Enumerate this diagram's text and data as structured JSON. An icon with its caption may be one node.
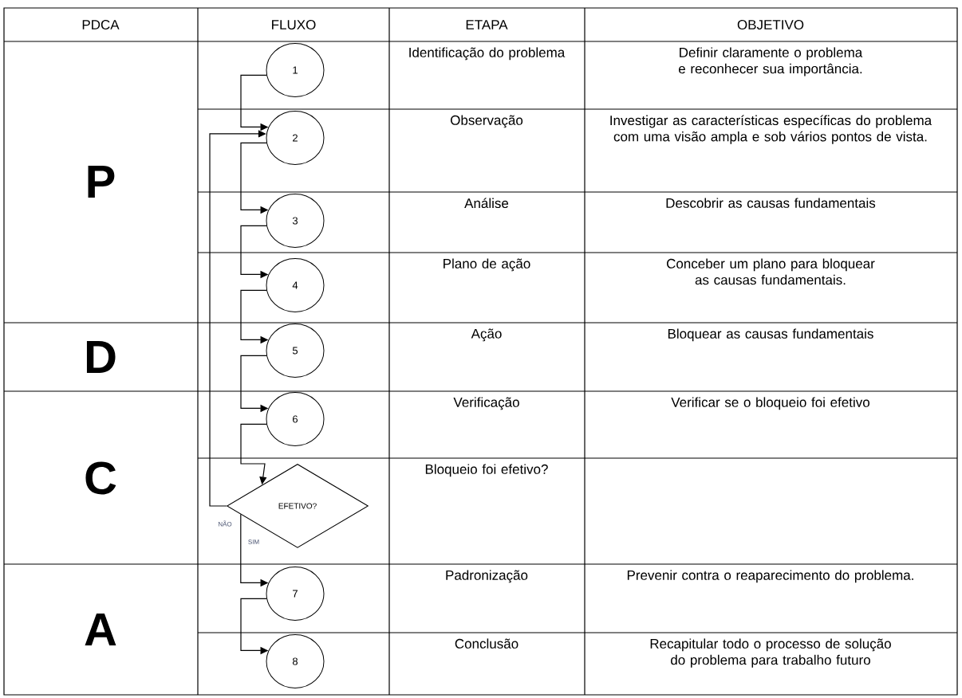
{
  "diagram": {
    "nodes": [
      {
        "text": [
          "1"
        ]
      },
      {
        "text": [
          "2"
        ]
      },
      {
        "text": [
          "3"
        ]
      },
      {
        "text": [
          "4"
        ]
      },
      {
        "text": [
          "5"
        ]
      },
      {
        "text": [
          "6"
        ]
      },
      {
        "text": [
          "EFETIVO?"
        ]
      },
      {
        "text": [
          "7"
        ]
      },
      {
        "text": [
          "8"
        ]
      }
    ],
    "edges": [
      {
        "from": 0,
        "to": 1,
        "arrow": "to"
      },
      {
        "from": 1,
        "to": 2,
        "arrow": "to"
      },
      {
        "from": 2,
        "to": 3,
        "arrow": "to"
      },
      {
        "from": 3,
        "to": 4,
        "arrow": "to"
      },
      {
        "from": 4,
        "to": 5,
        "arrow": "to"
      },
      {
        "from": 5,
        "to": 6,
        "arrow": "to"
      },
      {
        "from": 6,
        "to": 1,
        "arrow": "to",
        "label": "NÃO"
      },
      {
        "from": 6,
        "to": 7,
        "arrow": "to",
        "label": "SIM"
      },
      {
        "from": 7,
        "to": 8,
        "arrow": "to"
      }
    ],
    "labels": [
      "PDCA",
      "FLUXO",
      "ETAPA",
      "OBJETIVO",
      "P",
      "Identificação do problema",
      "Definir claramente o problema e reconhecer sua importância.",
      "Observação",
      "Investigar as características específicas do problema com uma visão ampla e sob vários pontos de vista.",
      "Análise",
      "Descobrir as causas fundamentais",
      "Plano de ação",
      "Conceber um plano para bloquear as causas fundamentais.",
      "D",
      "Ação",
      "Bloquear as causas fundamentais",
      "C",
      "Verificação",
      "Verificar se o bloqueio foi efetivo",
      "Bloqueio foi efetivo?",
      "A",
      "Padronização",
      "Prevenir contra o reaparecimento do problema.",
      "Conclusão",
      "Recapitular todo o processo de solução do problema para trabalho futuro"
    ]
  }
}
